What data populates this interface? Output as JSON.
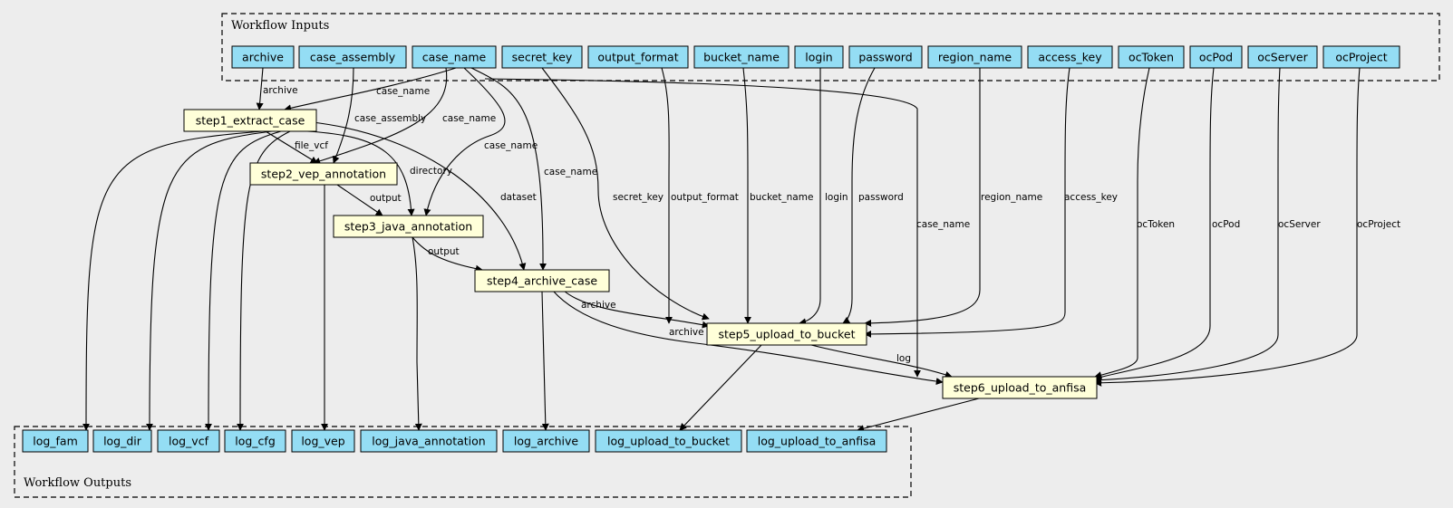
{
  "clusters": {
    "inputs_label": "Workflow Inputs",
    "outputs_label": "Workflow Outputs"
  },
  "inputs": [
    "archive",
    "case_assembly",
    "case_name",
    "secret_key",
    "output_format",
    "bucket_name",
    "login",
    "password",
    "region_name",
    "access_key",
    "ocToken",
    "ocPod",
    "ocServer",
    "ocProject"
  ],
  "steps": [
    "step1_extract_case",
    "step2_vep_annotation",
    "step3_java_annotation",
    "step4_archive_case",
    "step5_upload_to_bucket",
    "step6_upload_to_anfisa"
  ],
  "outputs": [
    "log_fam",
    "log_dir",
    "log_vcf",
    "log_cfg",
    "log_vep",
    "log_java_annotation",
    "log_archive",
    "log_upload_to_bucket",
    "log_upload_to_anfisa"
  ],
  "edges": [
    {
      "from": "archive",
      "to": "step1_extract_case",
      "label": "archive"
    },
    {
      "from": "case_name",
      "to": "step1_extract_case",
      "label": "case_name"
    },
    {
      "from": "case_assembly",
      "to": "step2_vep_annotation",
      "label": "case_assembly"
    },
    {
      "from": "case_name",
      "to": "step2_vep_annotation",
      "label": "case_name"
    },
    {
      "from": "step1_extract_case",
      "to": "step2_vep_annotation",
      "label": "file_vcf"
    },
    {
      "from": "case_name",
      "to": "step3_java_annotation",
      "label": "case_name"
    },
    {
      "from": "step1_extract_case",
      "to": "step3_java_annotation",
      "label": "directory"
    },
    {
      "from": "step2_vep_annotation",
      "to": "step3_java_annotation",
      "label": "output"
    },
    {
      "from": "case_name",
      "to": "step4_archive_case",
      "label": "case_name"
    },
    {
      "from": "step1_extract_case",
      "to": "step4_archive_case",
      "label": "dataset"
    },
    {
      "from": "step3_java_annotation",
      "to": "step4_archive_case",
      "label": "output"
    },
    {
      "from": "secret_key",
      "to": "step5_upload_to_bucket",
      "label": "secret_key"
    },
    {
      "from": "output_format",
      "to": "step5_upload_to_bucket",
      "label": "output_format"
    },
    {
      "from": "bucket_name",
      "to": "step5_upload_to_bucket",
      "label": "bucket_name"
    },
    {
      "from": "login",
      "to": "step5_upload_to_bucket",
      "label": "login"
    },
    {
      "from": "password",
      "to": "step5_upload_to_bucket",
      "label": "password"
    },
    {
      "from": "region_name",
      "to": "step5_upload_to_bucket",
      "label": "region_name"
    },
    {
      "from": "access_key",
      "to": "step5_upload_to_bucket",
      "label": "access_key"
    },
    {
      "from": "step4_archive_case",
      "to": "step5_upload_to_bucket",
      "label": "archive"
    },
    {
      "from": "case_name",
      "to": "step6_upload_to_anfisa",
      "label": "case_name"
    },
    {
      "from": "ocToken",
      "to": "step6_upload_to_anfisa",
      "label": "ocToken"
    },
    {
      "from": "ocPod",
      "to": "step6_upload_to_anfisa",
      "label": "ocPod"
    },
    {
      "from": "ocServer",
      "to": "step6_upload_to_anfisa",
      "label": "ocServer"
    },
    {
      "from": "ocProject",
      "to": "step6_upload_to_anfisa",
      "label": "ocProject"
    },
    {
      "from": "step5_upload_to_bucket",
      "to": "step6_upload_to_anfisa",
      "label": "log"
    },
    {
      "from": "step4_archive_case",
      "to": "step6_upload_to_anfisa",
      "label": "archive"
    },
    {
      "from": "step1_extract_case",
      "to": "log_fam",
      "label": ""
    },
    {
      "from": "step1_extract_case",
      "to": "log_dir",
      "label": ""
    },
    {
      "from": "step1_extract_case",
      "to": "log_vcf",
      "label": ""
    },
    {
      "from": "step1_extract_case",
      "to": "log_cfg",
      "label": ""
    },
    {
      "from": "step2_vep_annotation",
      "to": "log_vep",
      "label": ""
    },
    {
      "from": "step3_java_annotation",
      "to": "log_java_annotation",
      "label": ""
    },
    {
      "from": "step4_archive_case",
      "to": "log_archive",
      "label": ""
    },
    {
      "from": "step5_upload_to_bucket",
      "to": "log_upload_to_bucket",
      "label": ""
    },
    {
      "from": "step6_upload_to_anfisa",
      "to": "log_upload_to_anfisa",
      "label": ""
    }
  ]
}
